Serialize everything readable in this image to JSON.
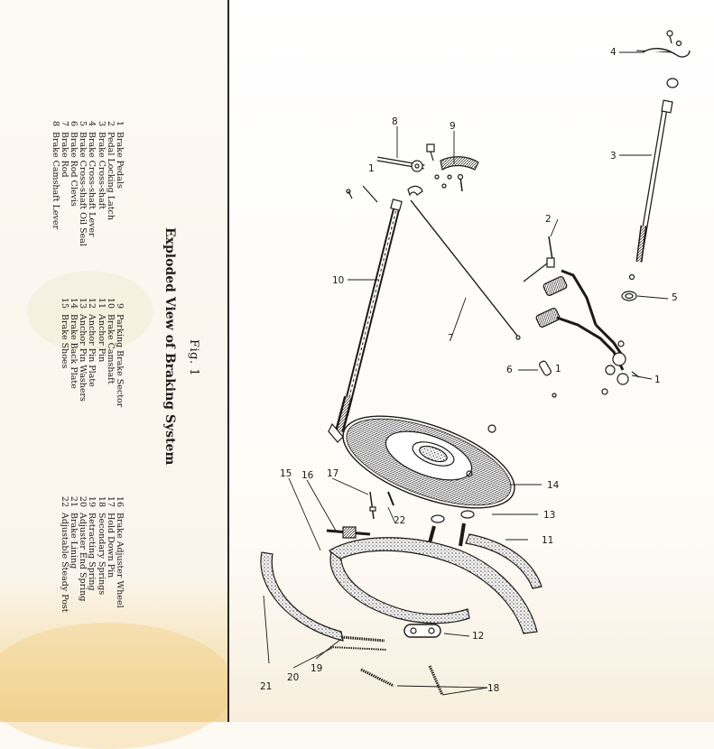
{
  "figure": {
    "number": "Fig. 1",
    "title": "Exploded View of Braking System"
  },
  "legend": [
    {
      "num": "1",
      "label": "Brake Pedals"
    },
    {
      "num": "2",
      "label": "Pedal Locking Latch"
    },
    {
      "num": "3",
      "label": "Brake Cross-shaft"
    },
    {
      "num": "4",
      "label": "Brake Cross-shaft Lever"
    },
    {
      "num": "5",
      "label": "Brake Cross-shaft Oil Seal"
    },
    {
      "num": "6",
      "label": "Brake Rod Clevis"
    },
    {
      "num": "7",
      "label": "Brake Rod"
    },
    {
      "num": "8",
      "label": "Brake Camshaft Lever"
    },
    {
      "num": "9",
      "label": "Parking Brake Sector"
    },
    {
      "num": "10",
      "label": "Brake Camshaft"
    },
    {
      "num": "11",
      "label": "Anchor Pin"
    },
    {
      "num": "12",
      "label": "Anchor Pin Plate"
    },
    {
      "num": "13",
      "label": "Anchor Pin Washers"
    },
    {
      "num": "14",
      "label": "Brake Back Plate"
    },
    {
      "num": "15",
      "label": "Brake Shoes"
    },
    {
      "num": "16",
      "label": "Brake Adjuster Wheel"
    },
    {
      "num": "17",
      "label": "Hold Down Pin"
    },
    {
      "num": "18",
      "label": "Secondary Springs"
    },
    {
      "num": "19",
      "label": "Retracting Spring"
    },
    {
      "num": "20",
      "label": "Adjuster End Spring"
    },
    {
      "num": "21",
      "label": "Brake Lining"
    },
    {
      "num": "22",
      "label": "Adjustable Steady Post"
    }
  ],
  "callouts": [
    "1",
    "1",
    "1",
    "2",
    "3",
    "4",
    "5",
    "6",
    "7",
    "8",
    "9",
    "10",
    "11",
    "12",
    "13",
    "14",
    "15",
    "16",
    "17",
    "18",
    "19",
    "20",
    "21",
    "22"
  ],
  "colors": {
    "ink": "#1d1a17",
    "paper": "#fdfaf3",
    "stain": "#f0d69e"
  }
}
